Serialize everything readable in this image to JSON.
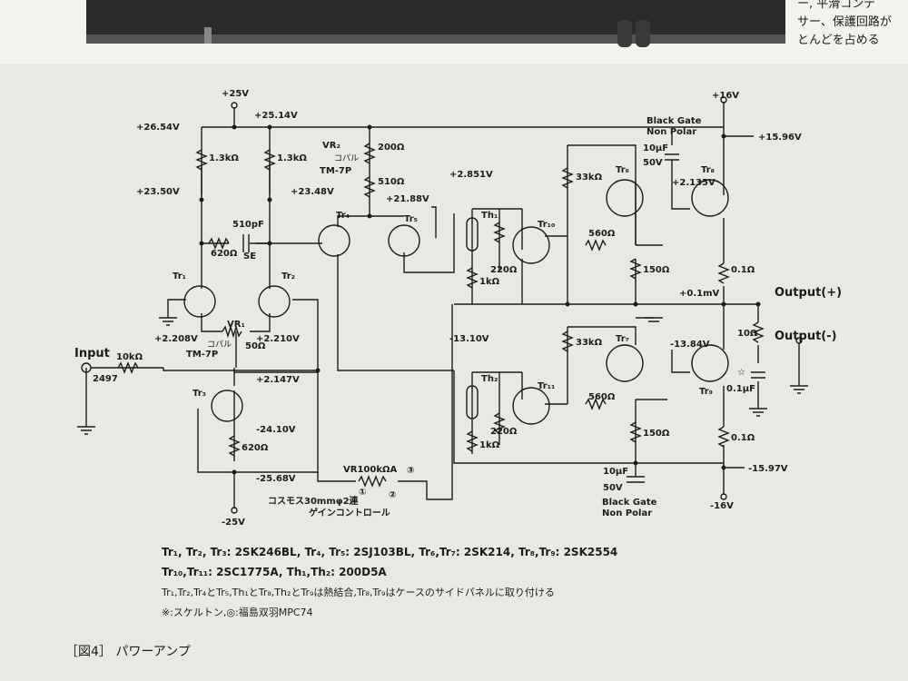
{
  "header_note": {
    "lines": [
      "ー, 平滑コンデ",
      "サー、保護回路が",
      "とんどを占める"
    ]
  },
  "labels": {
    "v25": "+25V",
    "v25_14": "+25.14V",
    "v26_54": "+26.54V",
    "v23_50": "+23.50V",
    "v23_48": "+23.48V",
    "r1_3k_a": "1.3kΩ",
    "r1_3k_b": "1.3kΩ",
    "vr2": "VR₂",
    "copal": "コパル",
    "r200": "200Ω",
    "tm7p": "TM-7P",
    "r510": "510Ω",
    "v21_88": "+21.88V",
    "tr4": "Tr₄",
    "tr5": "Tr₅",
    "c510p": "510pF",
    "r620a": "620Ω",
    "se": "SE",
    "tr1": "Tr₁",
    "tr2": "Tr₂",
    "vr1": "VR₁",
    "copal2": "コパル",
    "r50": "50Ω",
    "tm7p2": "TM-7P",
    "v2_208": "+2.208V",
    "v2_210": "+2.210V",
    "input": "Input",
    "r10k": "10kΩ",
    "n2497": "2497",
    "v2_147": "+2.147V",
    "tr3": "Tr₃",
    "vneg24_10": "-24.10V",
    "r620b": "620Ω",
    "vneg25_68": "-25.68V",
    "vneg25": "-25V",
    "vr100k": "VR100kΩA",
    "c3": "③",
    "c1": "①",
    "c2": "②",
    "cosmos": "コスモス30mmφ2連",
    "gain": "ゲインコントロール",
    "v2_851": "+2.851V",
    "th1": "Th₁",
    "tr10": "Tr₁₀",
    "r220a": "220Ω",
    "r1k_a": "1kΩ",
    "vneg13_10": "-13.10V",
    "th2": "Th₂",
    "tr11": "Tr₁₁",
    "r220b": "220Ω",
    "r1k_b": "1kΩ",
    "bg_top1": "Black Gate",
    "bg_top2": "Non Polar",
    "c10u_a": "10μF",
    "v50_a": "50V",
    "r33k_a": "33kΩ",
    "tr6": "Tr₆",
    "v2_135": "+2.135V",
    "tr8": "Tr₈",
    "r560a": "560Ω",
    "r150a": "150Ω",
    "v16": "+16V",
    "v15_96": "+15.96V",
    "r01a": "0.1Ω",
    "v0_1mv": "+0.1mV",
    "out_p": "Output(+)",
    "out_n": "Output(-)",
    "r10": "10Ω",
    "r33k_b": "33kΩ",
    "tr7": "Tr₇",
    "vneg13_84": "-13.84V",
    "tr9": "Tr₉",
    "c01u": "0.1μF",
    "star": "☆",
    "r560b": "560Ω",
    "r150b": "150Ω",
    "r01b": "0.1Ω",
    "vneg15_97": "-15.97V",
    "c10u_b": "10μF",
    "v50_b": "50V",
    "bg_bot1": "Black Gate",
    "bg_bot2": "Non Polar",
    "vneg16": "-16V"
  },
  "caption": {
    "line1": "Tr₁, Tr₂, Tr₃: 2SK246BL, Tr₄, Tr₅: 2SJ103BL, Tr₆,Tr₇: 2SK214, Tr₈,Tr₉: 2SK2554",
    "line2": "Tr₁₀,Tr₁₁: 2SC1775A, Th₁,Th₂: 200D5A",
    "line3": "Tr₁,Tr₂,Tr₄とTr₅,Th₁とTr₈,Th₂とTr₉は熱結合,Tr₈,Tr₉はケースのサイドパネルに取り付ける",
    "line4": "※:スケルトン,◎:福島双羽MPC74"
  },
  "figure_title": "［図4］ パワーアンプ"
}
